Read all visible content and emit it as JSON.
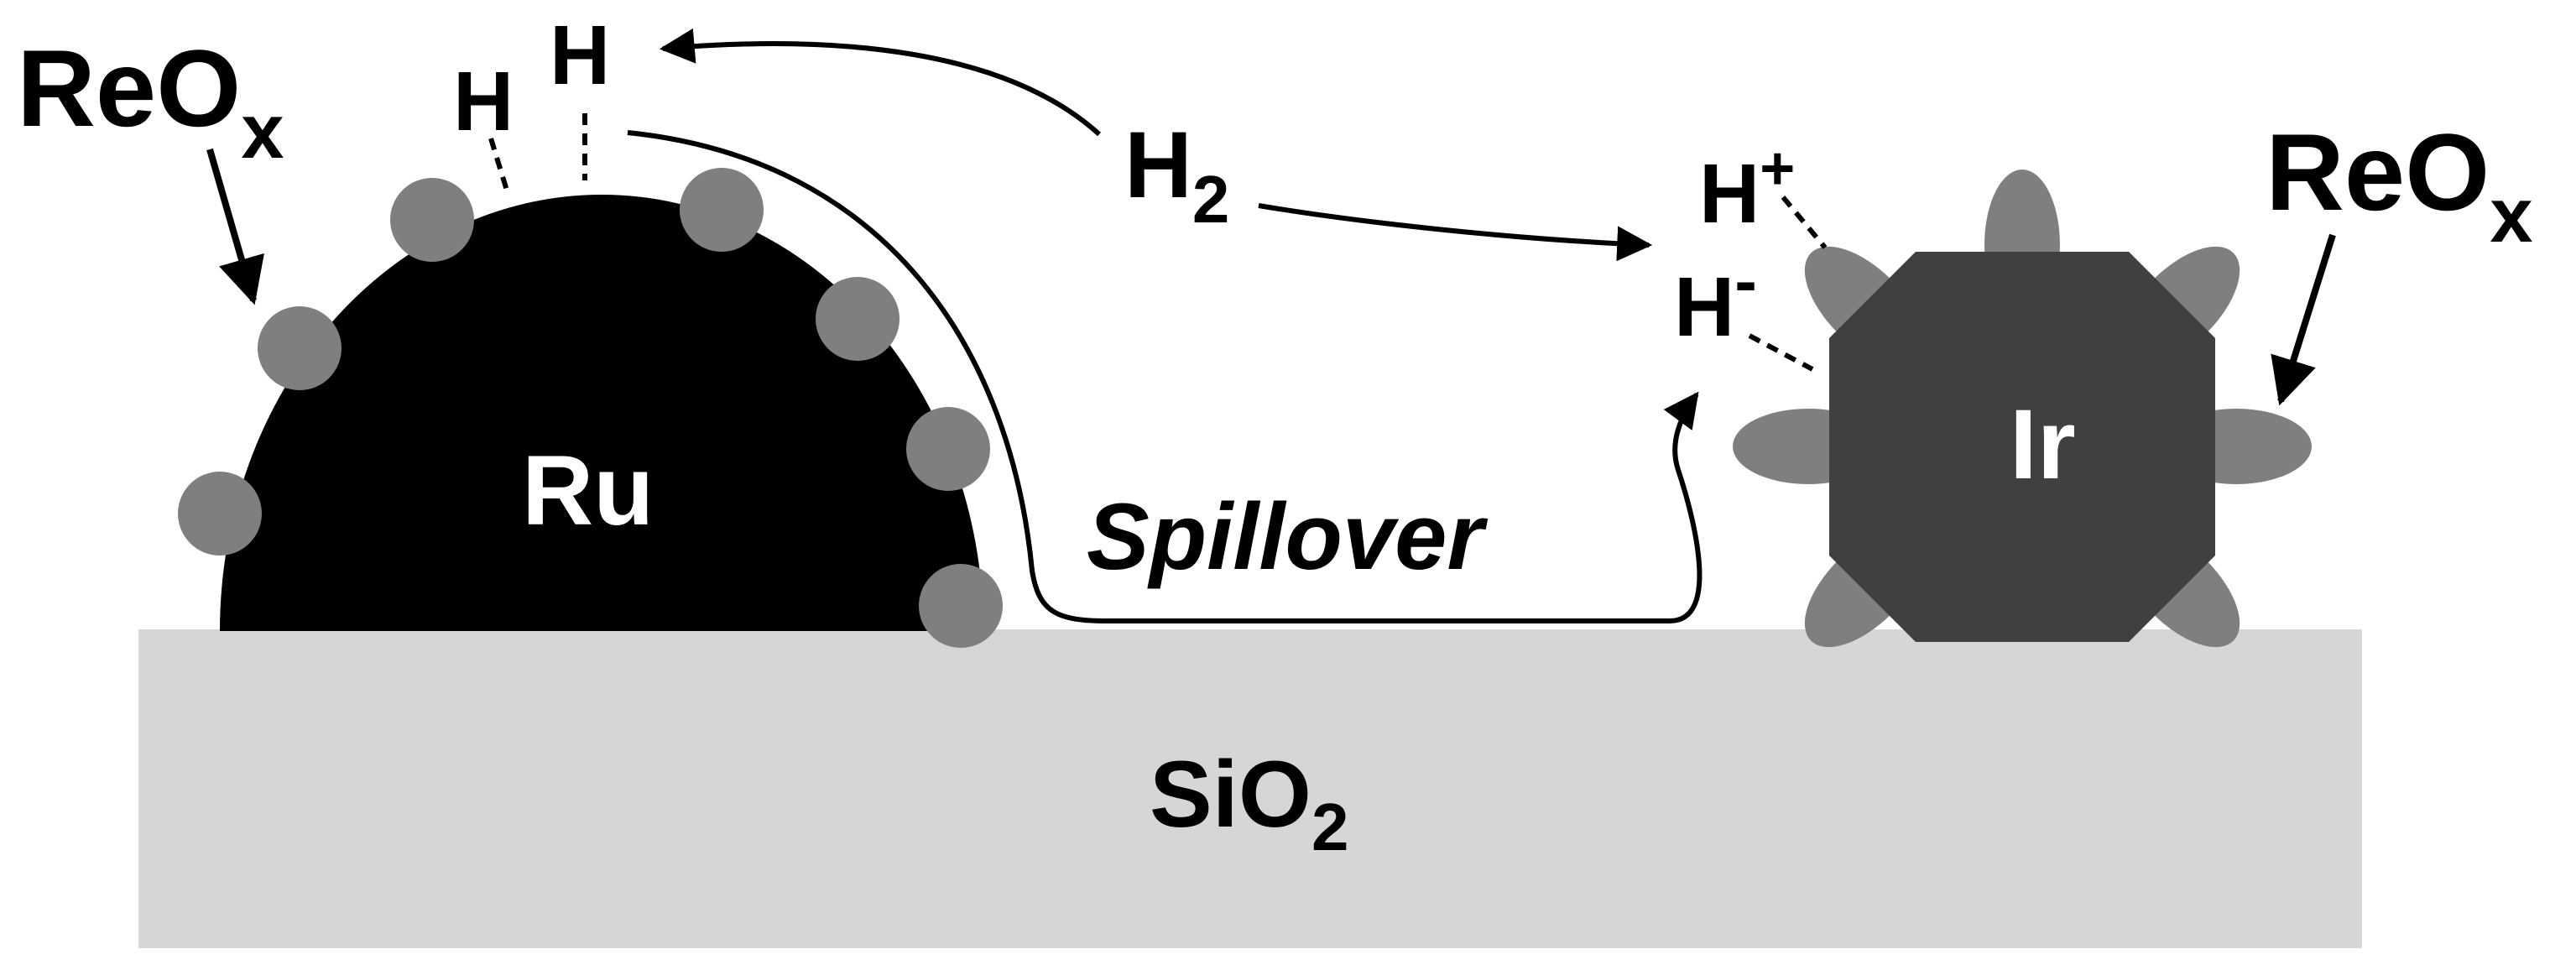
{
  "labels": {
    "reox_left_main": "ReO",
    "reox_left_sub": "x",
    "reox_right_main": "ReO",
    "reox_right_sub": "x",
    "h_left_1": "H",
    "h_left_2": "H",
    "h2_main": "H",
    "h2_sub": "2",
    "h_plus_main": "H",
    "h_plus_sup": "+",
    "h_minus_main": "H",
    "h_minus_sup": "-",
    "ru": "Ru",
    "ir": "Ir",
    "spillover": "Spillover",
    "sio2_main": "SiO",
    "sio2_sub": "2"
  },
  "colors": {
    "background": "#ffffff",
    "substrate": "#d6d6d6",
    "ru_particle": "#000000",
    "reox_dot": "#7f7f7f",
    "ir_particle": "#404040",
    "ir_petal": "#7f7f7f",
    "arrow": "#000000"
  }
}
